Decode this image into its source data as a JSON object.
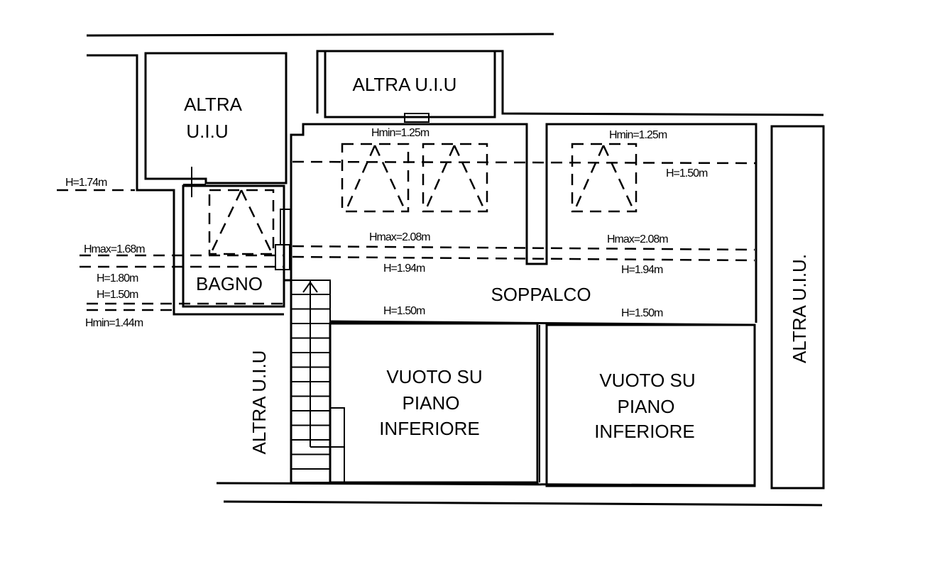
{
  "plan": {
    "rooms": {
      "altra_top_left": [
        "ALTRA",
        "U.I.U"
      ],
      "altra_top_mid": "ALTRA U.I.U",
      "altra_left_vertical": "ALTRA U.I.U",
      "altra_right_vertical": "ALTRA U.I.U.",
      "bagno": "BAGNO",
      "soppalco": "SOPPALCO",
      "vuoto_left": [
        "VUOTO SU",
        "PIANO",
        "INFERIORE"
      ],
      "vuoto_right": [
        "VUOTO SU",
        "PIANO",
        "INFERIORE"
      ]
    },
    "heights": {
      "left_h174": "H=1.74m",
      "bagno_hmax": "Hmax=1.68m",
      "bagno_h180": "H=1.80m",
      "bagno_h150": "H=1.50m",
      "bagno_hmin": "Hmin=1.44m",
      "mid_hmin": "Hmin=1.25m",
      "right_hmin": "Hmin=1.25m",
      "right_h150_top": "H=1.50m",
      "mid_hmax": "Hmax=2.08m",
      "right_hmax": "Hmax=2.08m",
      "mid_h194": "H=1.94m",
      "right_h194": "H=1.94m",
      "mid_h150": "H=1.50m",
      "right_h150": "H=1.50m"
    }
  }
}
